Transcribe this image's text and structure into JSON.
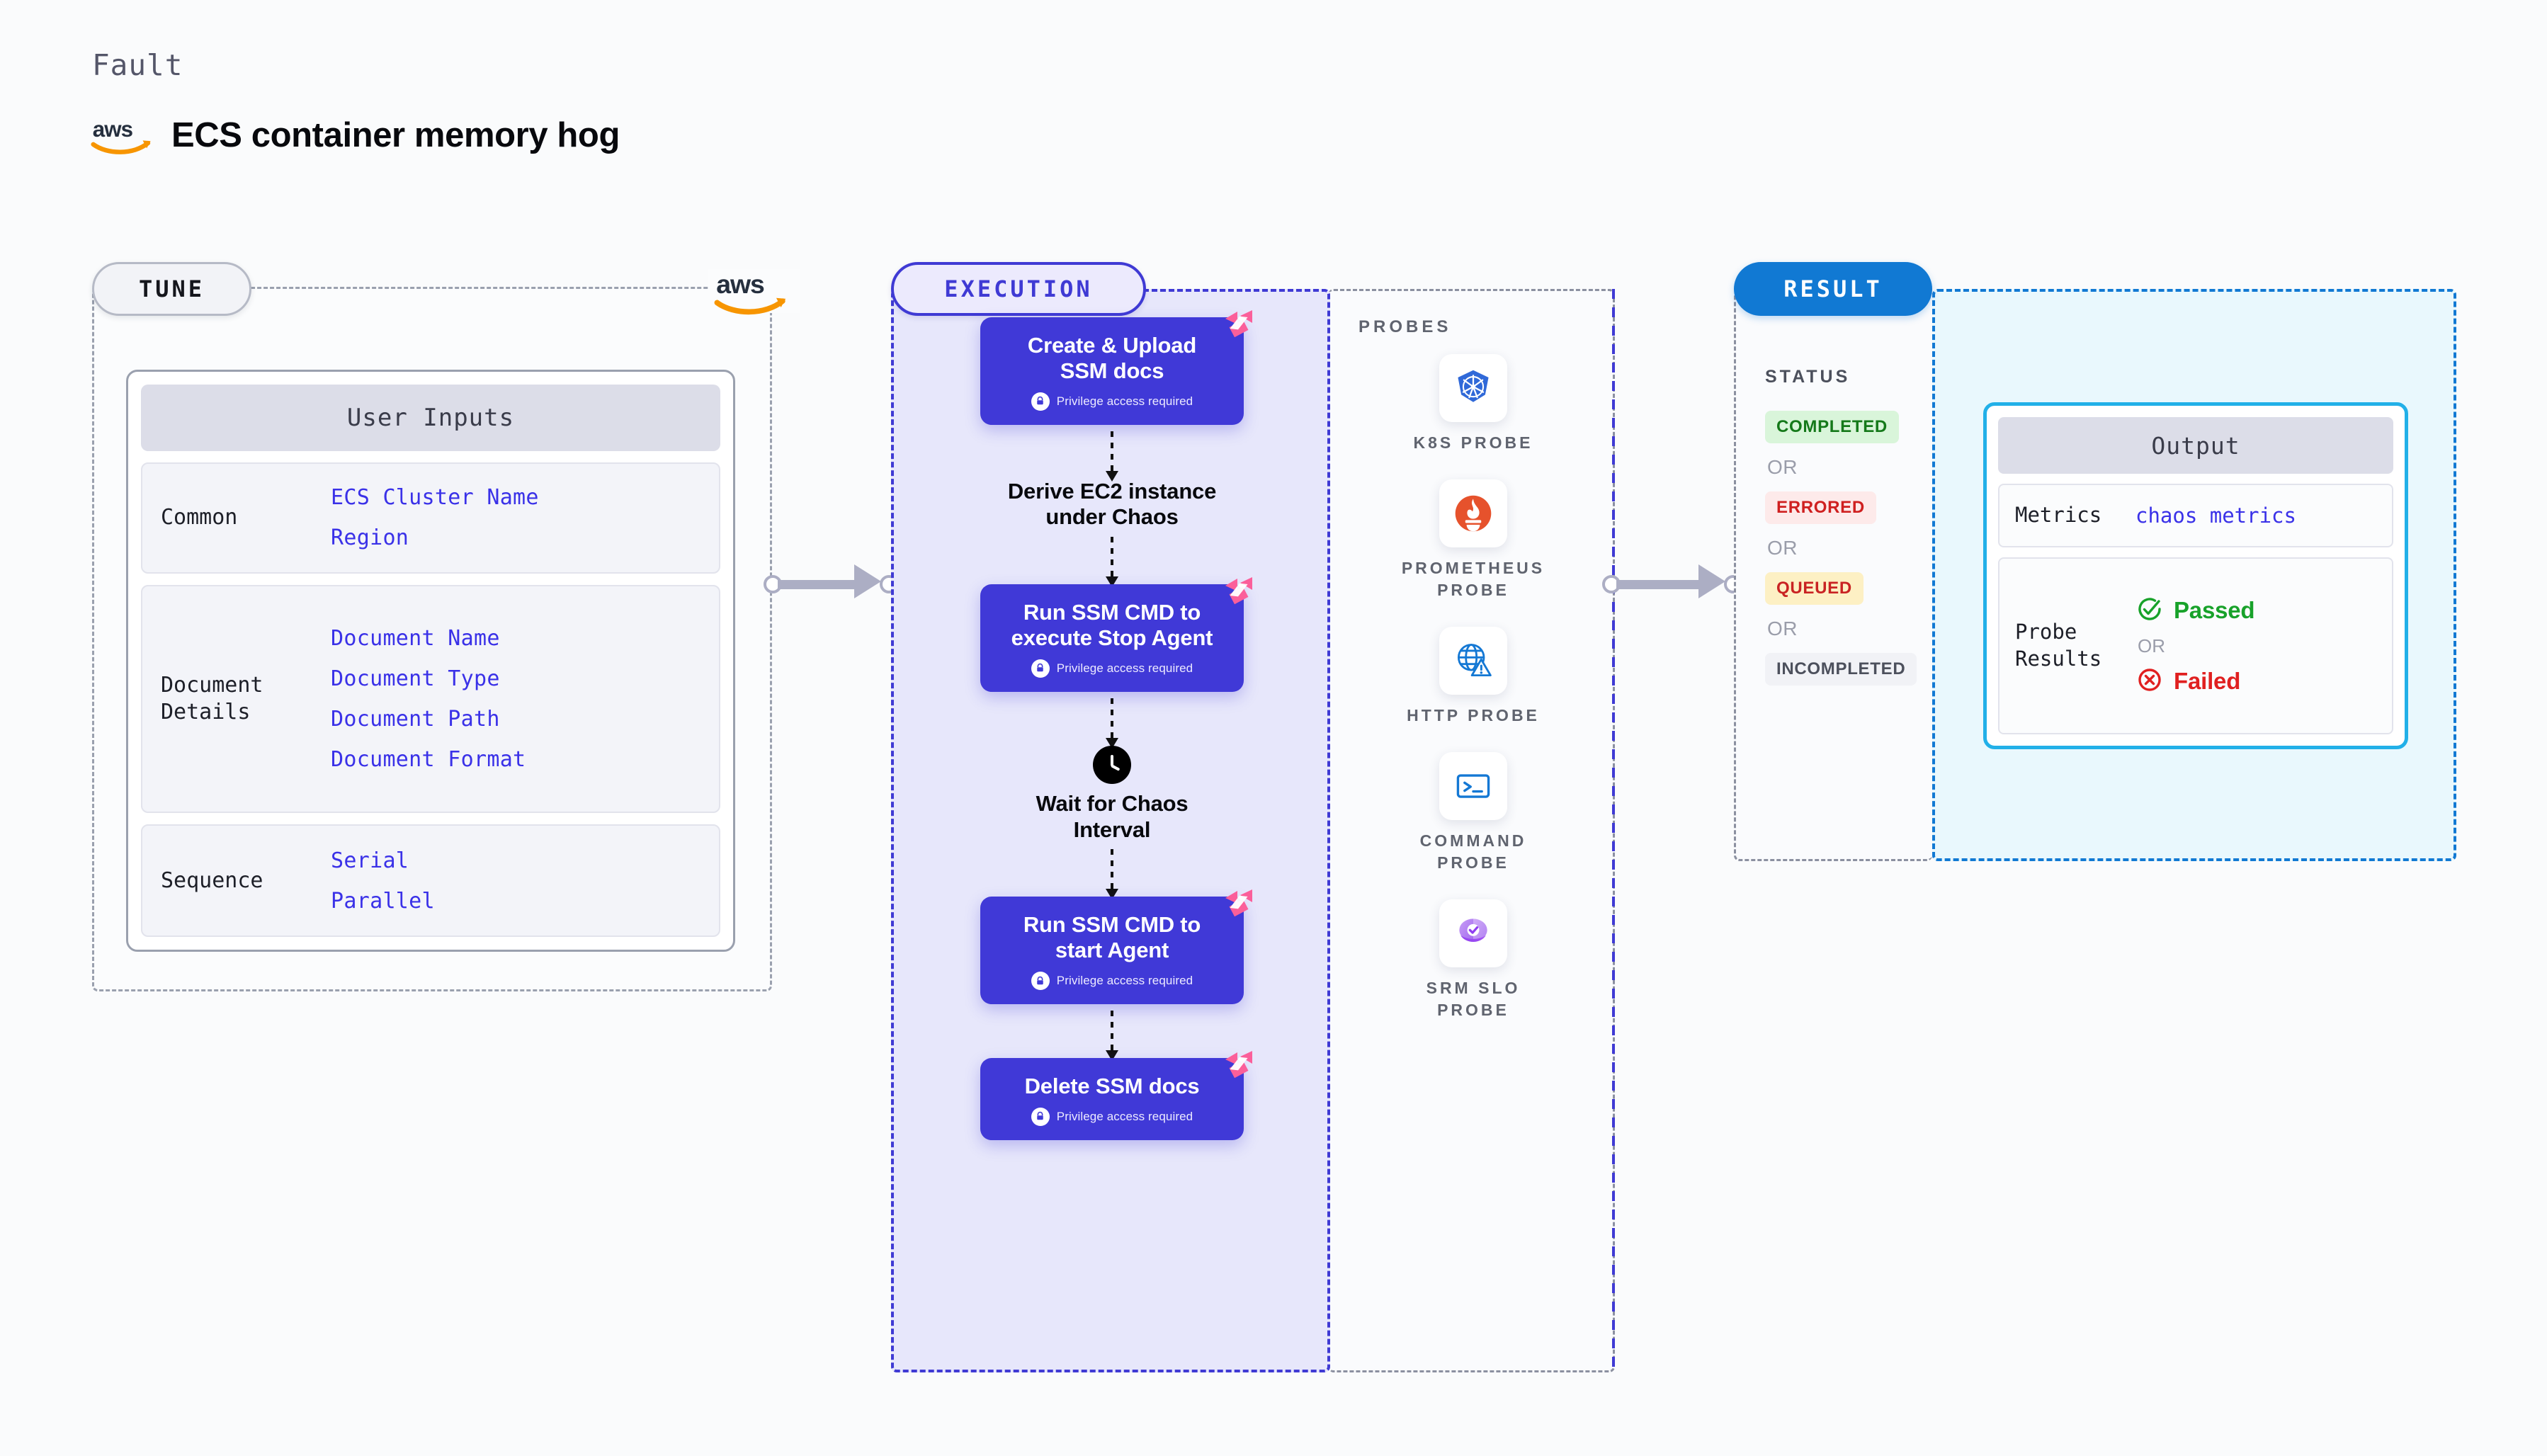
{
  "header": {
    "eyebrow": "Fault",
    "title": "ECS container memory hog",
    "logo_icon": "aws-logo"
  },
  "stages": {
    "tune": "TUNE",
    "execution": "EXECUTION",
    "result": "RESULT"
  },
  "tune": {
    "card_title": "User Inputs",
    "rows": [
      {
        "label": "Common",
        "values": [
          "ECS Cluster Name",
          "Region"
        ]
      },
      {
        "label": "Document\nDetails",
        "values": [
          "Document Name",
          "Document Type",
          "Document Path",
          "Document Format"
        ]
      },
      {
        "label": "Sequence",
        "values": [
          "Serial",
          "Parallel"
        ]
      }
    ]
  },
  "execution": {
    "privilege_note": "Privilege access required",
    "steps": [
      {
        "kind": "box",
        "title": "Create & Upload\nSSM docs",
        "privilege": true,
        "icon": "chaos-ribbon-icon"
      },
      {
        "kind": "plain",
        "title": "Derive EC2 instance\nunder Chaos",
        "privilege": false,
        "icon": ""
      },
      {
        "kind": "box",
        "title": "Run SSM CMD to\nexecute Stop Agent",
        "privilege": true,
        "icon": "chaos-ribbon-icon"
      },
      {
        "kind": "plain",
        "title": "Wait for Chaos\nInterval",
        "privilege": false,
        "icon": "clock-icon"
      },
      {
        "kind": "box",
        "title": "Run SSM CMD to\nstart Agent",
        "privilege": true,
        "icon": "chaos-ribbon-icon"
      },
      {
        "kind": "box",
        "title": "Delete SSM docs",
        "privilege": true,
        "icon": "chaos-ribbon-icon"
      }
    ]
  },
  "probes": {
    "label": "PROBES",
    "items": [
      {
        "name": "K8S PROBE",
        "icon": "kubernetes-icon"
      },
      {
        "name": "PROMETHEUS\nPROBE",
        "icon": "prometheus-icon"
      },
      {
        "name": "HTTP PROBE",
        "icon": "globe-warning-icon"
      },
      {
        "name": "COMMAND\nPROBE",
        "icon": "terminal-icon"
      },
      {
        "name": "SRM SLO\nPROBE",
        "icon": "srm-slo-icon"
      }
    ]
  },
  "result": {
    "status_label": "STATUS",
    "or_text": "OR",
    "statuses": [
      {
        "text": "COMPLETED",
        "style": "green"
      },
      {
        "text": "ERRORED",
        "style": "red"
      },
      {
        "text": "QUEUED",
        "style": "yellow"
      },
      {
        "text": "INCOMPLETED",
        "style": "gray"
      }
    ],
    "output": {
      "card_title": "Output",
      "metrics_label": "Metrics",
      "metrics_value": "chaos metrics",
      "probe_results_label": "Probe\nResults",
      "passed_text": "Passed",
      "failed_text": "Failed",
      "or_text": "OR"
    }
  },
  "colors": {
    "execution_purple": "#4039d7",
    "result_blue": "#1179d3",
    "output_cyan": "#22b0e8",
    "link_indigo": "#3a31e8",
    "ribbon_pink": "#fb5f9a",
    "passed_green": "#18a22a",
    "failed_red": "#e02020",
    "aws_orange": "#f79500"
  }
}
